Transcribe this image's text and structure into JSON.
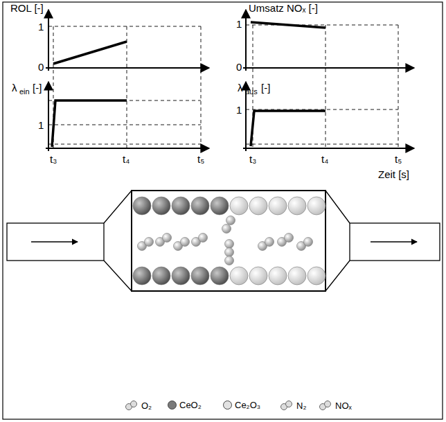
{
  "diagram": {
    "labels": [
      "ROL [-]",
      "1",
      "0",
      "Umsatz NOₓ [-]",
      "1",
      "0",
      "λ",
      "ein",
      "[-]",
      "1",
      "λ",
      "aus",
      "[-]",
      "1",
      "t₃",
      "t₄",
      "t₅",
      "t₃",
      "t₄",
      "t₅",
      "Zeit [s]"
    ],
    "legend": [
      {
        "text": "O₂"
      },
      {
        "text": "CeO₂",
        "color": "#7a7a7a"
      },
      {
        "text": "Ce₂O₃",
        "color": "#e2e2e2"
      },
      {
        "text": "N₂"
      },
      {
        "text": "NOₓ"
      }
    ]
  }
}
